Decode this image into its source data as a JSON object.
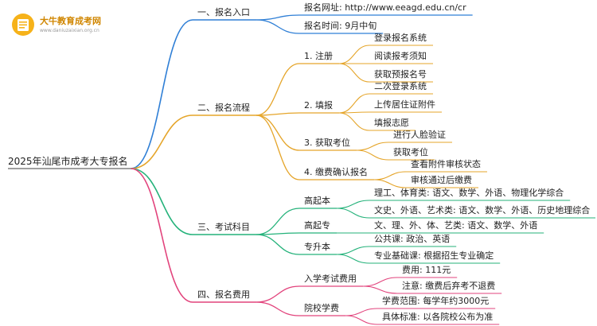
{
  "logo": {
    "name": "大牛教育成考网",
    "url": "www.daniuzaixian.org.cn"
  },
  "root": "2025年汕尾市成考大专报名",
  "colors": {
    "blue": "#2f7fd6",
    "orange": "#e5a52a",
    "green": "#24b27a",
    "pink": "#e2437c"
  },
  "branches": [
    {
      "label": "一、报名入口",
      "color": "blue",
      "children": [
        {
          "label": "报名网址: http://www.eeagd.edu.cn/cr"
        },
        {
          "label": "报名时间: 9月中旬"
        }
      ]
    },
    {
      "label": "二、报名流程",
      "color": "orange",
      "children": [
        {
          "label": "1. 注册",
          "children": [
            {
              "label": "登录报名系统"
            },
            {
              "label": "阅读报考须知"
            },
            {
              "label": "获取预报名号"
            }
          ]
        },
        {
          "label": "2. 填报",
          "children": [
            {
              "label": "二次登录系统"
            },
            {
              "label": "上传居住证附件"
            },
            {
              "label": "填报志愿"
            }
          ]
        },
        {
          "label": "3. 获取考位",
          "children": [
            {
              "label": "进行人脸验证"
            },
            {
              "label": "获取考位"
            }
          ]
        },
        {
          "label": "4. 缴费确认报名",
          "children": [
            {
              "label": "查看附件审核状态"
            },
            {
              "label": "审核通过后缴费"
            }
          ]
        }
      ]
    },
    {
      "label": "三、考试科目",
      "color": "green",
      "children": [
        {
          "label": "高起本",
          "children": [
            {
              "label": "理工、体育类: 语文、数学、外语、物理化学综合"
            },
            {
              "label": "文史、外语、艺术类: 语文、数学、外语、历史地理综合"
            }
          ]
        },
        {
          "label": "高起专",
          "children": [
            {
              "label": "文、理、外、体、艺类: 语文、数学、外语"
            }
          ]
        },
        {
          "label": "专升本",
          "children": [
            {
              "label": "公共课: 政治、英语"
            },
            {
              "label": "专业基础课: 根据招生专业确定"
            }
          ]
        }
      ]
    },
    {
      "label": "四、报名费用",
      "color": "pink",
      "children": [
        {
          "label": "入学考试费用",
          "children": [
            {
              "label": "费用: 111元"
            },
            {
              "label": "注意: 缴费后弃考不退费"
            }
          ]
        },
        {
          "label": "院校学费",
          "children": [
            {
              "label": "学费范围: 每学年约3000元"
            },
            {
              "label": "具体标准: 以各院校公布为准"
            }
          ]
        }
      ]
    }
  ]
}
